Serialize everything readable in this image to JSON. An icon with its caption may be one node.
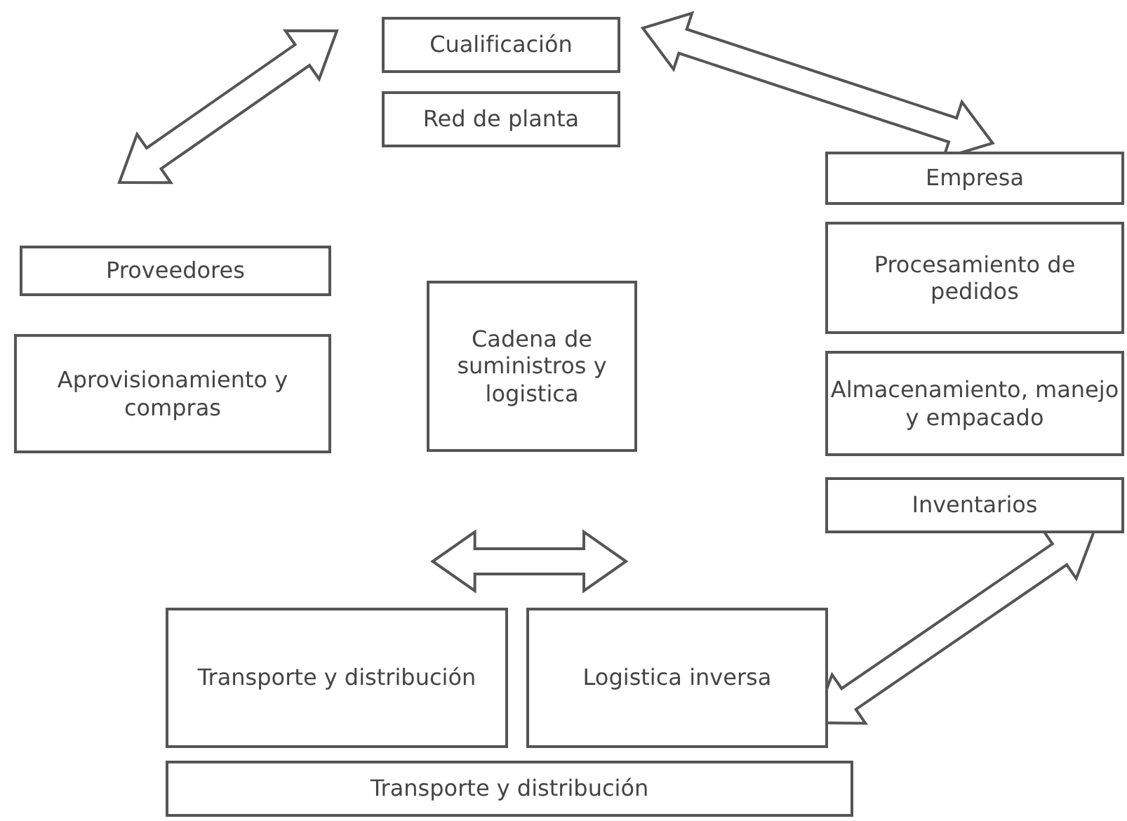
{
  "diagram": {
    "nodes": [
      {
        "text": [
          "Cualificación"
        ]
      },
      {
        "text": [
          "Red de planta"
        ]
      },
      {
        "text": [
          "Empresa"
        ]
      },
      {
        "text": [
          "Procesamiento de pedidos"
        ]
      },
      {
        "text": [
          "Almacenamiento, manejo y empacado"
        ]
      },
      {
        "text": [
          "Inventarios"
        ]
      },
      {
        "text": [
          "Proveedores"
        ]
      },
      {
        "text": [
          "Aprovisionamiento y compras"
        ]
      },
      {
        "text": [
          "Cadena de suministros y logistica"
        ]
      },
      {
        "text": [
          "Transporte y distribución"
        ]
      },
      {
        "text": [
          "Logistica inversa"
        ]
      },
      {
        "text": [
          "Transporte y distribución"
        ]
      }
    ],
    "edges": [
      {
        "from": 6,
        "to": 0,
        "arrow": "both"
      },
      {
        "from": 0,
        "to": 2,
        "arrow": "both"
      },
      {
        "from": 9,
        "to": 10,
        "arrow": "both"
      },
      {
        "from": 5,
        "to": 11,
        "arrow": "both"
      }
    ]
  }
}
